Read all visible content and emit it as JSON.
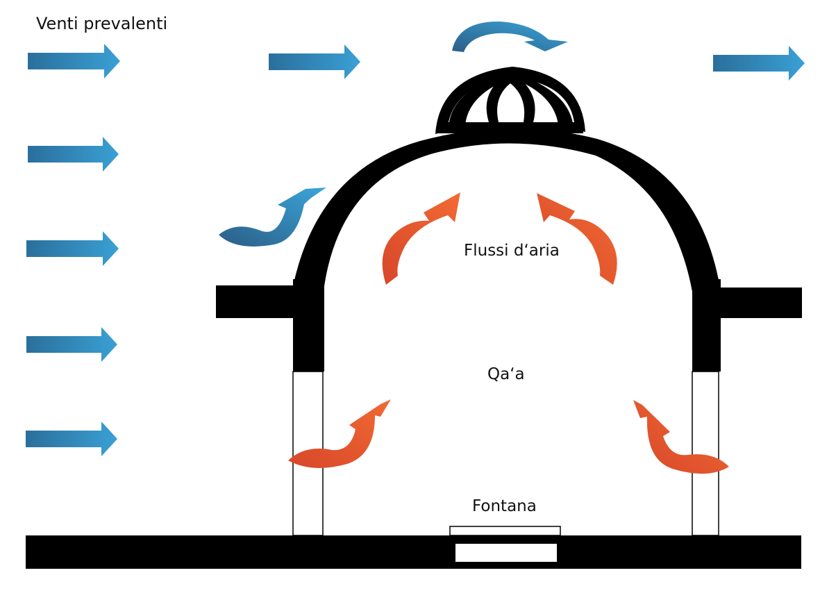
{
  "labels": {
    "prevailing_winds": "Venti prevalenti",
    "air_flows": "Flussi d‘aria",
    "room": "Qa‘a",
    "fountain": "Fontana"
  },
  "colors": {
    "wind": "#2f8dc0",
    "warm_air": "#ec5a2e",
    "structure": "#000000",
    "background": "#ffffff"
  }
}
